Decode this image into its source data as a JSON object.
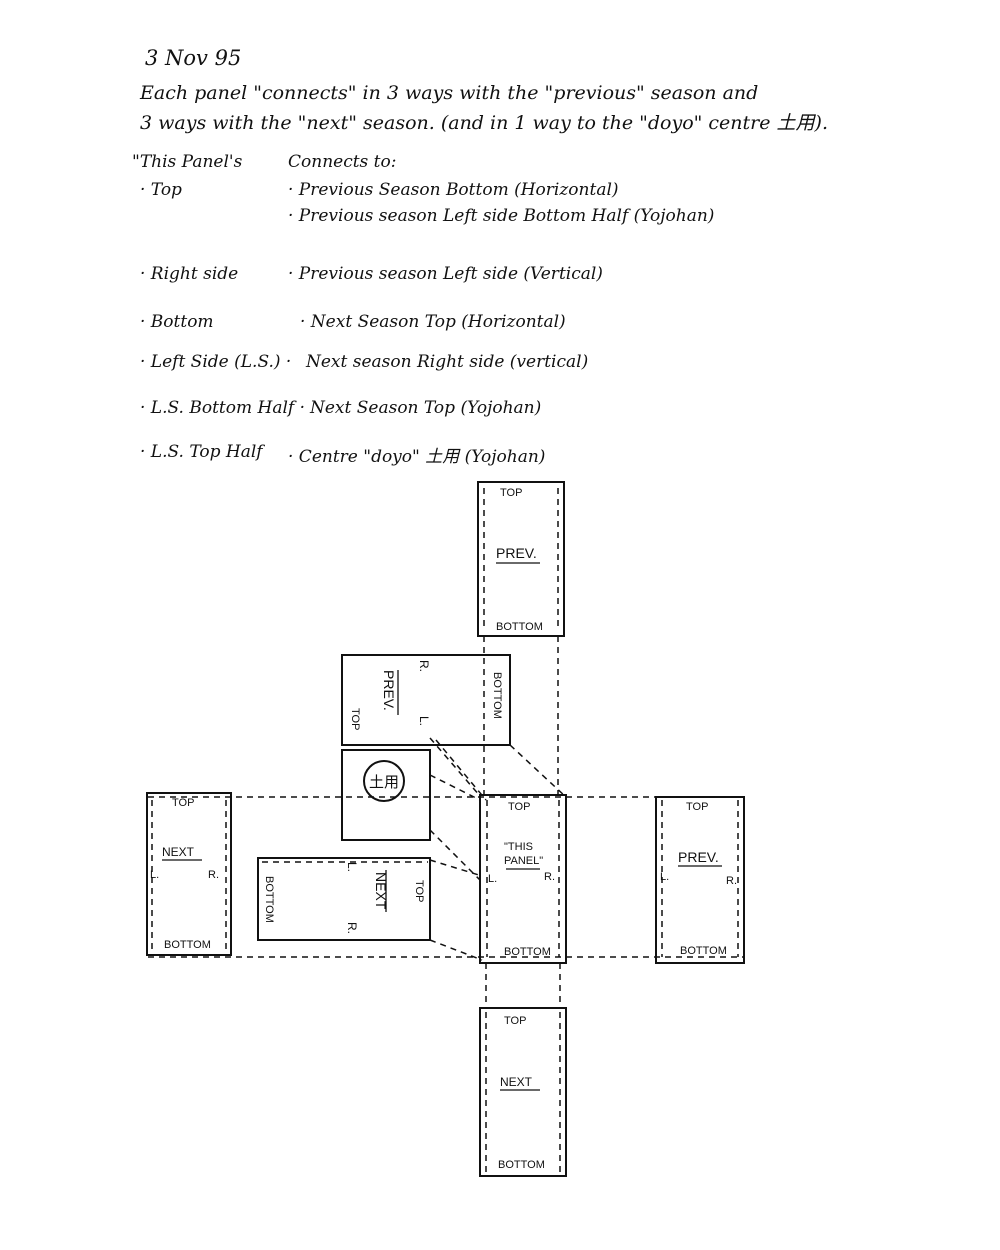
{
  "header": {
    "date": "3 Nov 95",
    "intro_line1": "Each panel \"connects\" in 3 ways with the \"previous\" season and",
    "intro_line2": "3 ways with the \"next\" season. (and in 1 way to the \"doyo\" centre 土用)."
  },
  "table": {
    "col1_header": "\"This Panel's",
    "col2_header": "Connects to:",
    "rows": [
      {
        "label": "· Top",
        "targets": [
          "· Previous Season Bottom (Horizontal)",
          "· Previous season Left side Bottom Half (Yojohan)"
        ]
      },
      {
        "label": "· Right side",
        "targets": [
          "· Previous season Left side (Vertical)"
        ]
      },
      {
        "label": "· Bottom",
        "targets": [
          "· Next Season Top (Horizontal)"
        ]
      },
      {
        "label": "· Left Side (L.S.) ·",
        "targets": [
          "Next season Right side (vertical)"
        ]
      },
      {
        "label": "· L.S. Bottom Half ·",
        "targets": [
          "Next Season Top (Yojohan)"
        ]
      },
      {
        "label": "· L.S. Top Half",
        "targets": [
          "· Centre \"doyo\" 土用 (Yojohan)"
        ]
      }
    ]
  },
  "diagram": {
    "top_panel": {
      "top": "TOP",
      "name": "PREV.",
      "bottom": "BOTTOM"
    },
    "rotated_prev": {
      "top": "TOP",
      "name": "PREV.",
      "left": "L.",
      "right": "R.",
      "bottom": "BOTTOM"
    },
    "centre": {
      "glyph": "土用"
    },
    "left_panel": {
      "top": "TOP",
      "name": "NEXT",
      "left": "L.",
      "right": "R.",
      "bottom": "BOTTOM"
    },
    "rotated_next": {
      "top": "TOP",
      "name": "NEXT",
      "left": "L.",
      "right": "R.",
      "bottom": "BOTTOM"
    },
    "this_panel": {
      "top": "TOP",
      "name_line1": "\"THIS",
      "name_line2": "PANEL\"",
      "left": "L.",
      "right": "R.",
      "bottom": "BOTTOM"
    },
    "right_panel": {
      "top": "TOP",
      "name": "PREV.",
      "left": "L.",
      "right": "R.",
      "bottom": "BOTTOM"
    },
    "bottom_panel": {
      "top": "TOP",
      "name": "NEXT",
      "bottom": "BOTTOM"
    }
  }
}
